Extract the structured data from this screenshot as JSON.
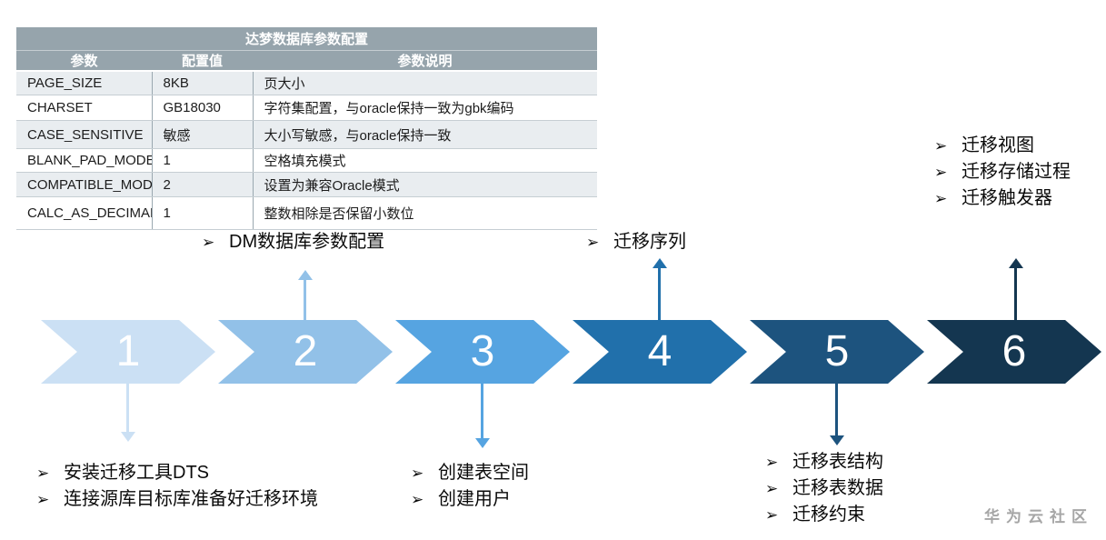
{
  "table": {
    "title": "达梦数据库参数配置",
    "columns": [
      "参数",
      "配置值",
      "参数说明"
    ],
    "rows": [
      [
        "PAGE_SIZE",
        "8KB",
        "页大小"
      ],
      [
        "CHARSET",
        "GB18030",
        "字符集配置，与oracle保持一致为gbk编码"
      ],
      [
        "CASE_SENSITIVE",
        "敏感",
        "大小写敏感，与oracle保持一致"
      ],
      [
        "BLANK_PAD_MODE",
        "1",
        "空格填充模式"
      ],
      [
        "COMPATIBLE_MODE",
        "2",
        "设置为兼容Oracle模式"
      ],
      [
        "CALC_AS_DECIMAL",
        "1",
        "整数相除是否保留小数位"
      ]
    ],
    "header_bg": "#96a4ac",
    "alt_row_bg": "#e9edf0"
  },
  "bullet_char": "➢",
  "steps": [
    {
      "number": "1",
      "color": "#cbe0f4",
      "notes": [
        "安装迁移工具DTS",
        "连接源库目标库准备好迁移环境"
      ]
    },
    {
      "number": "2",
      "color": "#92c1e8",
      "notes": [
        "DM数据库参数配置"
      ]
    },
    {
      "number": "3",
      "color": "#56a4e1",
      "notes": [
        "创建表空间",
        "创建用户"
      ]
    },
    {
      "number": "4",
      "color": "#2170ab",
      "notes": [
        "迁移序列"
      ]
    },
    {
      "number": "5",
      "color": "#1d537e",
      "notes": [
        "迁移表结构",
        "迁移表数据",
        "迁移约束"
      ]
    },
    {
      "number": "6",
      "color": "#143650",
      "notes": [
        "迁移视图",
        "迁移存储过程",
        "迁移触发器"
      ]
    }
  ],
  "watermark": "华为云社区"
}
